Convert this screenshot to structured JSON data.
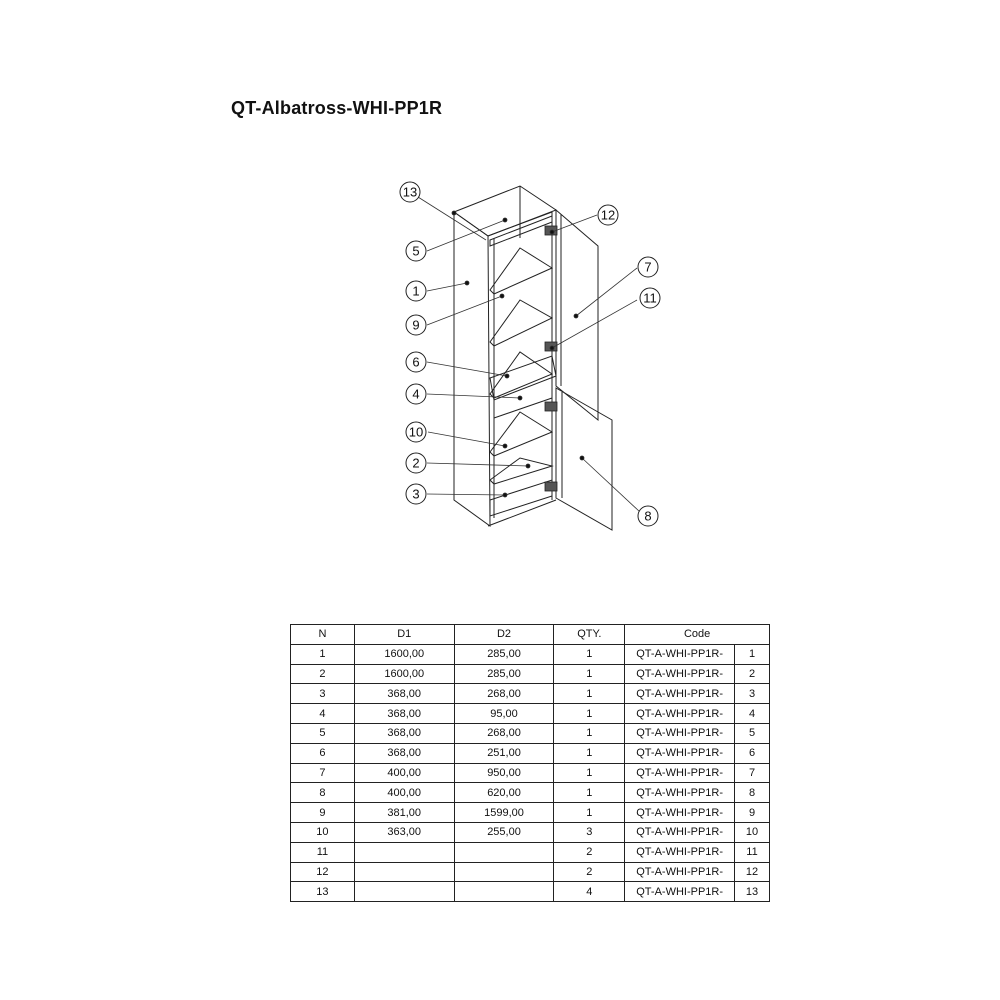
{
  "document": {
    "title": "QT-Albatross-WHI-PP1R"
  },
  "diagram": {
    "callouts": [
      "13",
      "5",
      "1",
      "9",
      "6",
      "4",
      "10",
      "2",
      "3",
      "12",
      "7",
      "11",
      "8"
    ]
  },
  "table": {
    "headers": [
      "N",
      "D1",
      "D2",
      "QTY.",
      "Code"
    ],
    "rows": [
      {
        "n": "1",
        "d1": "1600,00",
        "d2": "285,00",
        "qty": "1",
        "code": "QT-A-WHI-PP1R-",
        "idx": "1"
      },
      {
        "n": "2",
        "d1": "1600,00",
        "d2": "285,00",
        "qty": "1",
        "code": "QT-A-WHI-PP1R-",
        "idx": "2"
      },
      {
        "n": "3",
        "d1": "368,00",
        "d2": "268,00",
        "qty": "1",
        "code": "QT-A-WHI-PP1R-",
        "idx": "3"
      },
      {
        "n": "4",
        "d1": "368,00",
        "d2": "95,00",
        "qty": "1",
        "code": "QT-A-WHI-PP1R-",
        "idx": "4"
      },
      {
        "n": "5",
        "d1": "368,00",
        "d2": "268,00",
        "qty": "1",
        "code": "QT-A-WHI-PP1R-",
        "idx": "5"
      },
      {
        "n": "6",
        "d1": "368,00",
        "d2": "251,00",
        "qty": "1",
        "code": "QT-A-WHI-PP1R-",
        "idx": "6"
      },
      {
        "n": "7",
        "d1": "400,00",
        "d2": "950,00",
        "qty": "1",
        "code": "QT-A-WHI-PP1R-",
        "idx": "7"
      },
      {
        "n": "8",
        "d1": "400,00",
        "d2": "620,00",
        "qty": "1",
        "code": "QT-A-WHI-PP1R-",
        "idx": "8"
      },
      {
        "n": "9",
        "d1": "381,00",
        "d2": "1599,00",
        "qty": "1",
        "code": "QT-A-WHI-PP1R-",
        "idx": "9"
      },
      {
        "n": "10",
        "d1": "363,00",
        "d2": "255,00",
        "qty": "3",
        "code": "QT-A-WHI-PP1R-",
        "idx": "10"
      },
      {
        "n": "11",
        "d1": "",
        "d2": "",
        "qty": "2",
        "code": "QT-A-WHI-PP1R-",
        "idx": "11"
      },
      {
        "n": "12",
        "d1": "",
        "d2": "",
        "qty": "2",
        "code": "QT-A-WHI-PP1R-",
        "idx": "12"
      },
      {
        "n": "13",
        "d1": "",
        "d2": "",
        "qty": "4",
        "code": "QT-A-WHI-PP1R-",
        "idx": "13"
      }
    ]
  }
}
